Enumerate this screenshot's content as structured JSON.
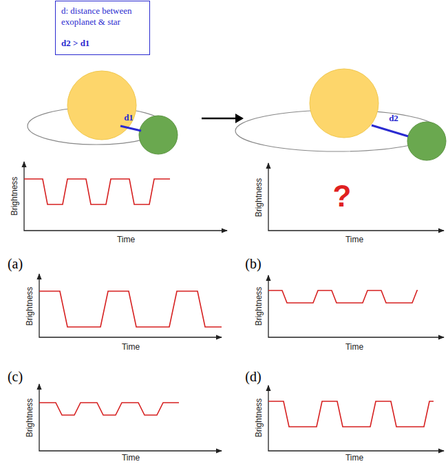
{
  "diagram": {
    "nodes": [
      {
        "text": [
          "d: distance between exoplanet & star",
          "d2 > d1"
        ]
      }
    ],
    "labels": [
      "d1",
      "Brightness",
      "Time",
      "d2",
      "?",
      "Brightness",
      "Time",
      "(a)",
      "Brightness",
      "Time",
      "(b)",
      "Brightness",
      "Time",
      "(c)",
      "Brightness",
      "Time",
      "(d)",
      "Brightness",
      "Time"
    ]
  }
}
